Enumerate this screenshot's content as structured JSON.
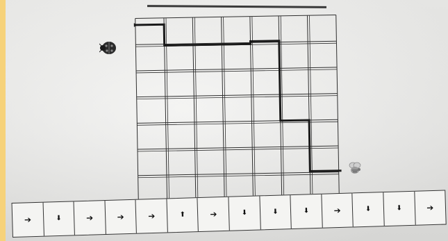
{
  "maze": {
    "cols": 7,
    "rows": 7,
    "path": [
      [
        -0.35,
        0.25
      ],
      [
        1,
        0.25
      ],
      [
        1,
        1.05
      ],
      [
        4,
        1.05
      ],
      [
        4,
        0.95
      ],
      [
        5,
        0.95
      ],
      [
        5,
        4.0
      ],
      [
        6,
        4.0
      ],
      [
        6,
        5.95
      ],
      [
        7.4,
        5.95
      ]
    ]
  },
  "commands": {
    "icons": [
      "arrow-right",
      "arrow-down",
      "arrow-right",
      "arrow-right",
      "arrow-right",
      "arrow-up",
      "arrow-right",
      "arrow-down",
      "arrow-down",
      "arrow-down",
      "arrow-right",
      "arrow-down",
      "arrow-down",
      "arrow-right"
    ]
  },
  "colors": {
    "ink": "#1a1a1a",
    "grid": "#2e2e2e",
    "background": "#f6d27a"
  }
}
